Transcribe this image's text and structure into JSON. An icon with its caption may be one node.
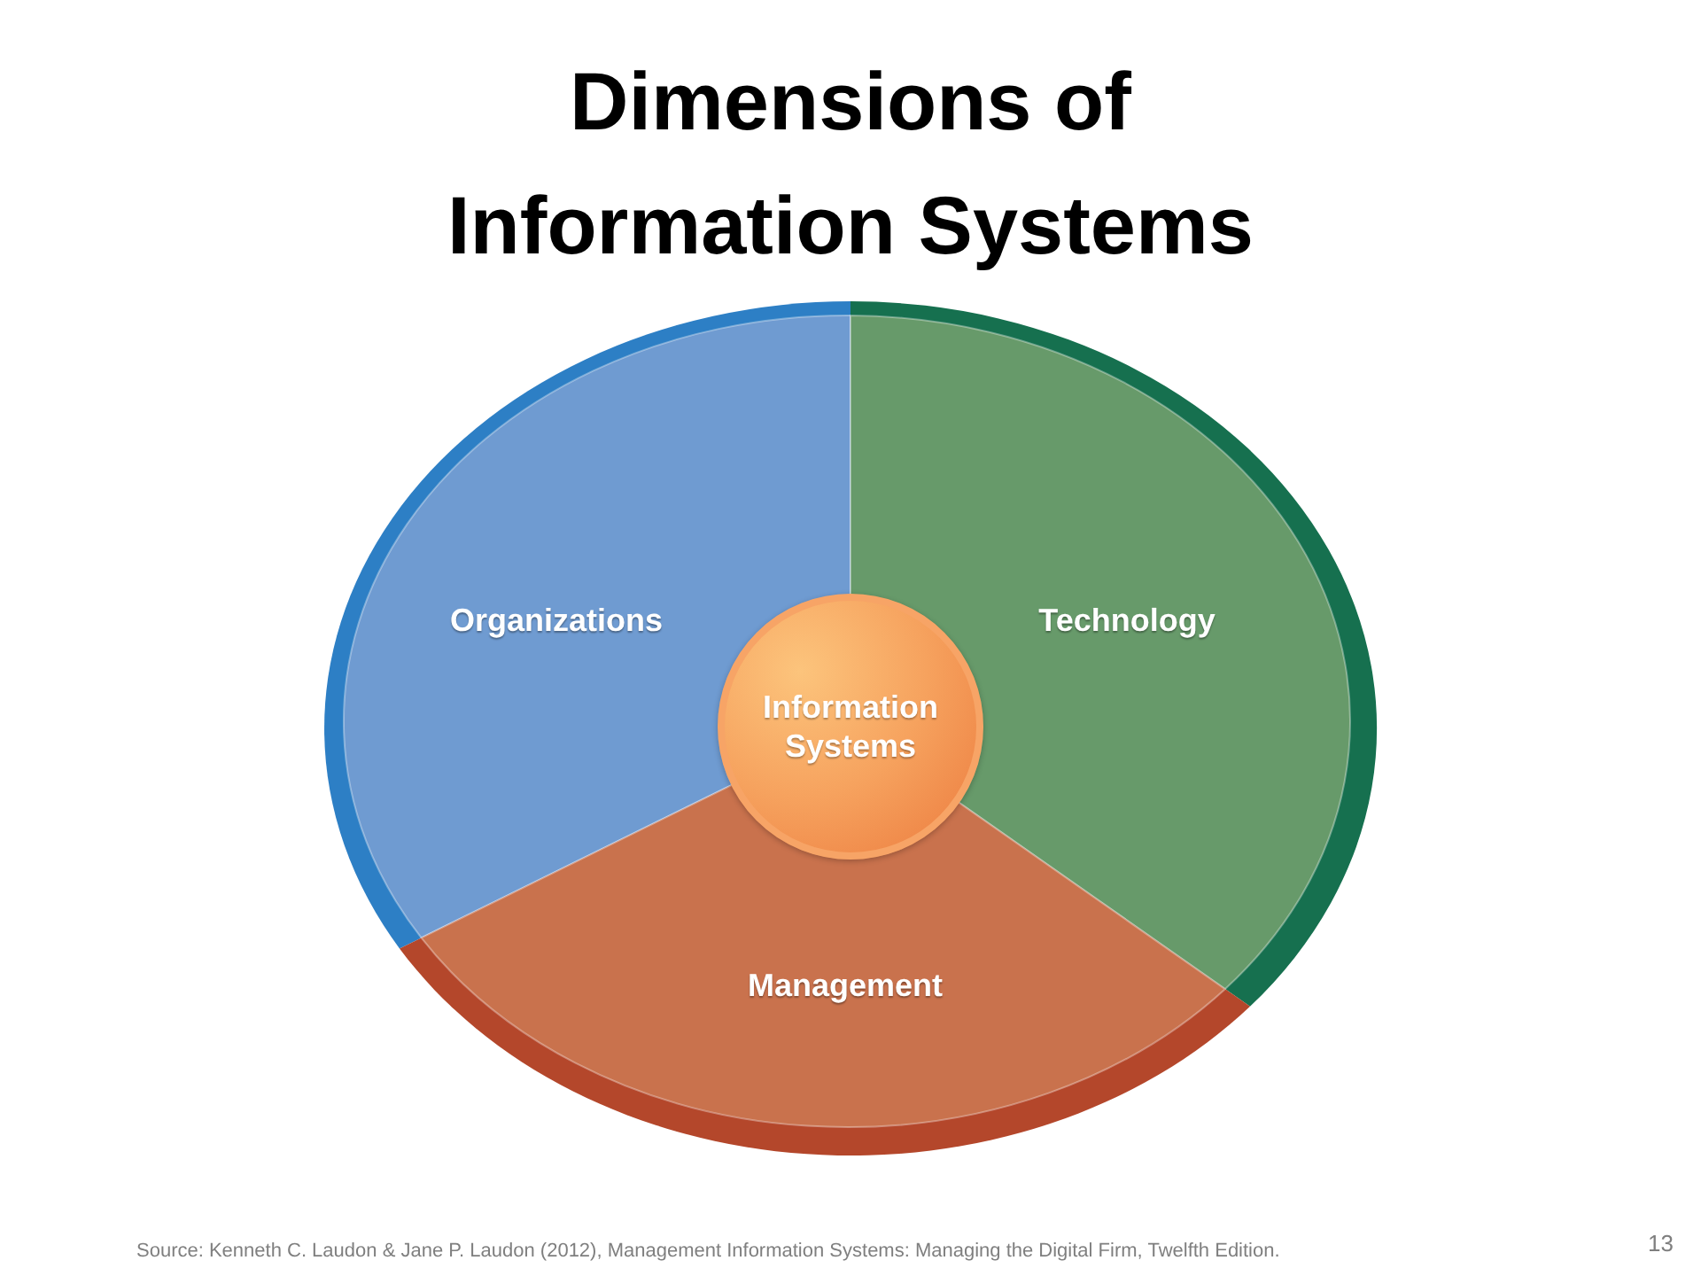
{
  "diagram": {
    "title": "Dimensions of Information Systems",
    "caption": "Source: Kenneth C. Laudon & Jane P. Laudon (2012), Management Information Systems: Managing the Digital Firm, Twelfth Edition.",
    "nodes": [
      {
        "text": [
          "Organizations"
        ]
      },
      {
        "text": [
          "Technology"
        ]
      },
      {
        "text": [
          "Management"
        ]
      },
      {
        "text": [
          "Information Systems"
        ]
      }
    ],
    "labels": [
      "13"
    ]
  }
}
